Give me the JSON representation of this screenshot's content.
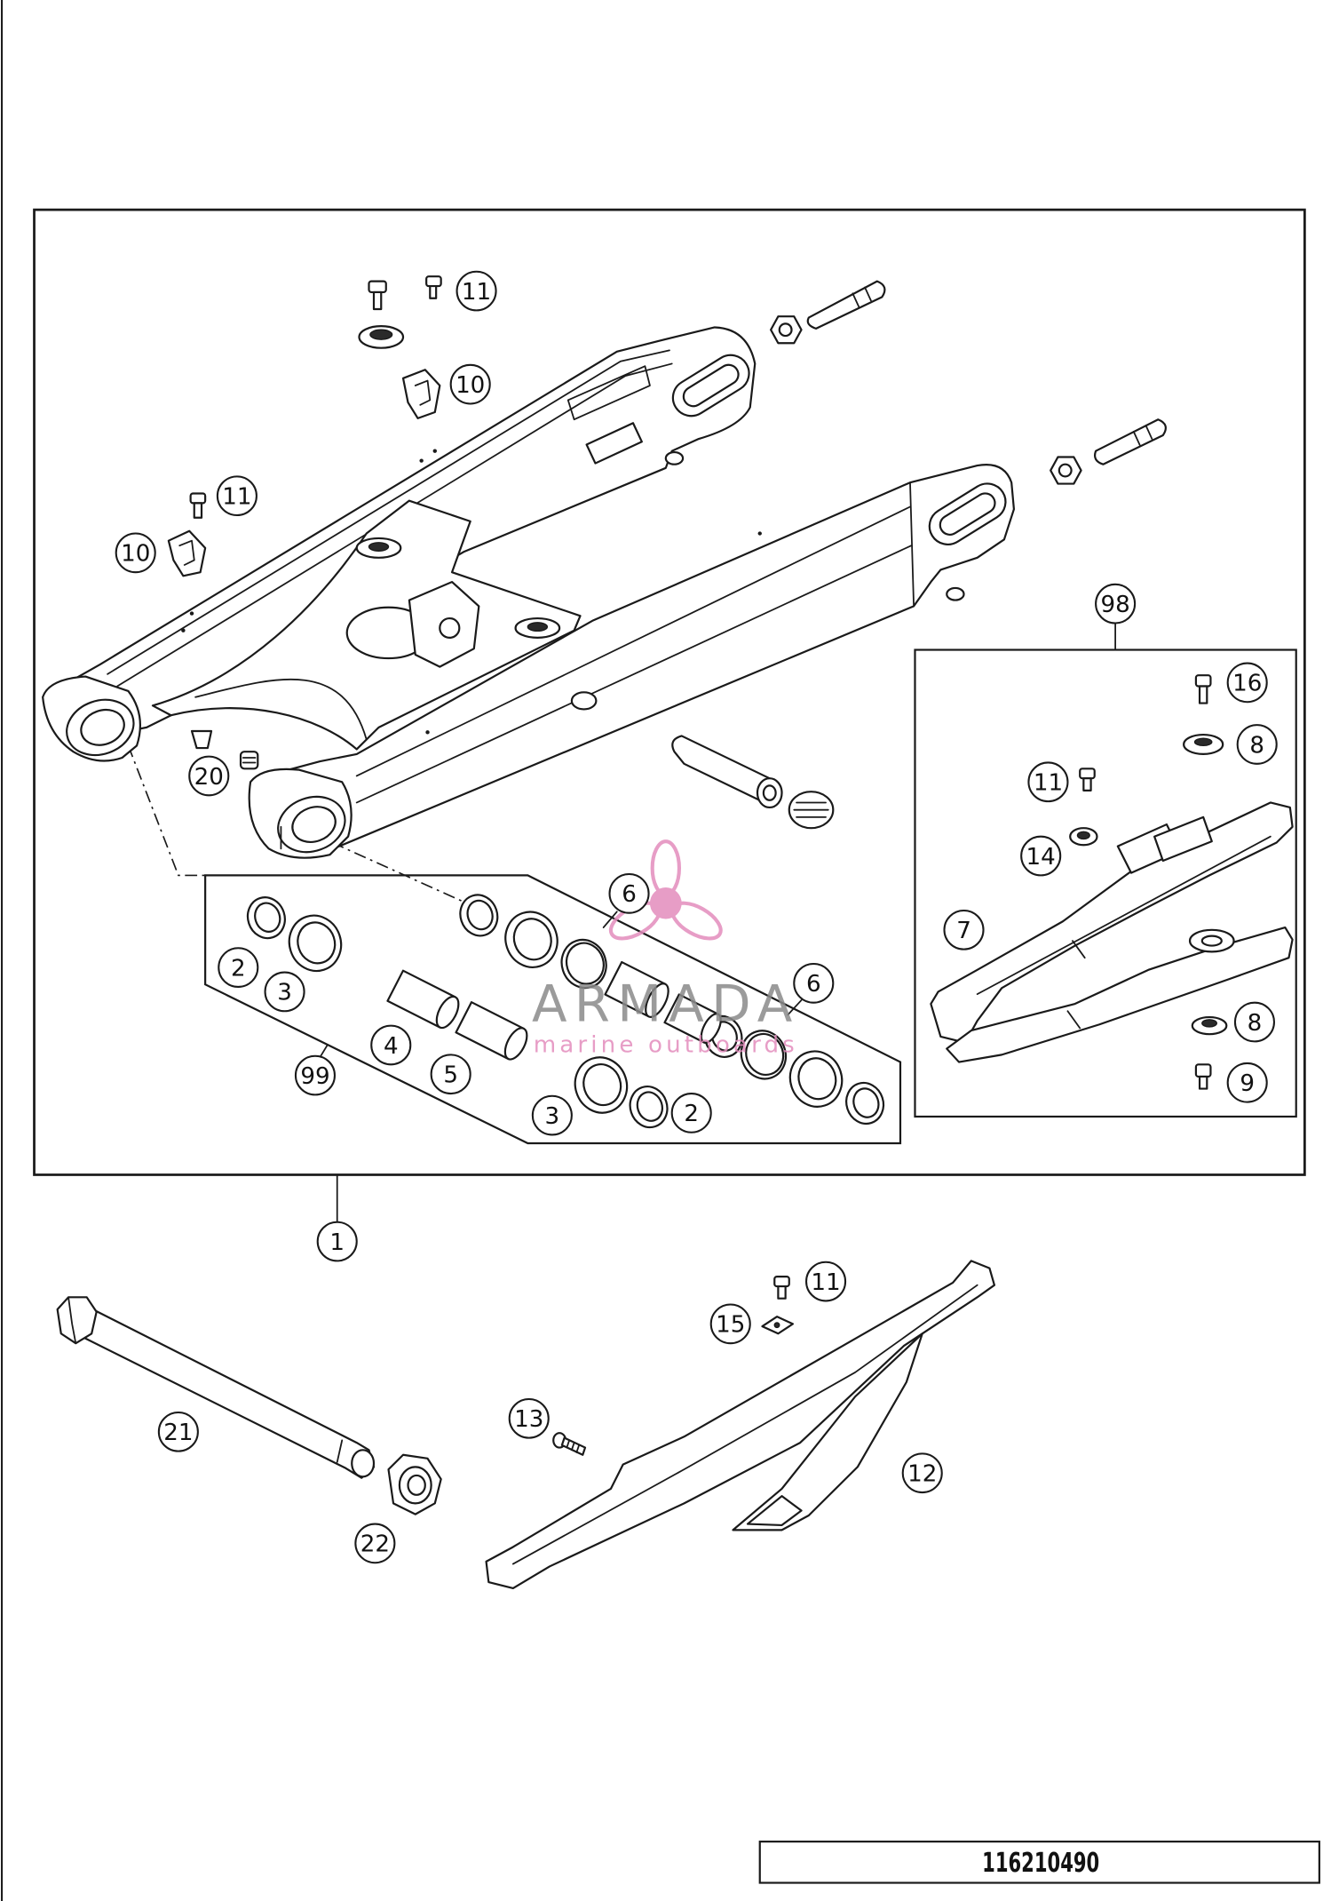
{
  "diagram": {
    "callouts": [
      "11",
      "10",
      "11",
      "10",
      "20",
      "6",
      "2",
      "3",
      "4",
      "5",
      "99",
      "6",
      "3",
      "2",
      "98",
      "16",
      "8",
      "11",
      "14",
      "7",
      "8",
      "9",
      "1",
      "11",
      "15",
      "13",
      "21",
      "12",
      "22"
    ],
    "part_number": "116210490"
  },
  "watermark": {
    "brand": "ARMADA",
    "tagline": "marine outboards",
    "colors": {
      "text": "#8a8a8a",
      "accent": "#e38cbd"
    }
  }
}
